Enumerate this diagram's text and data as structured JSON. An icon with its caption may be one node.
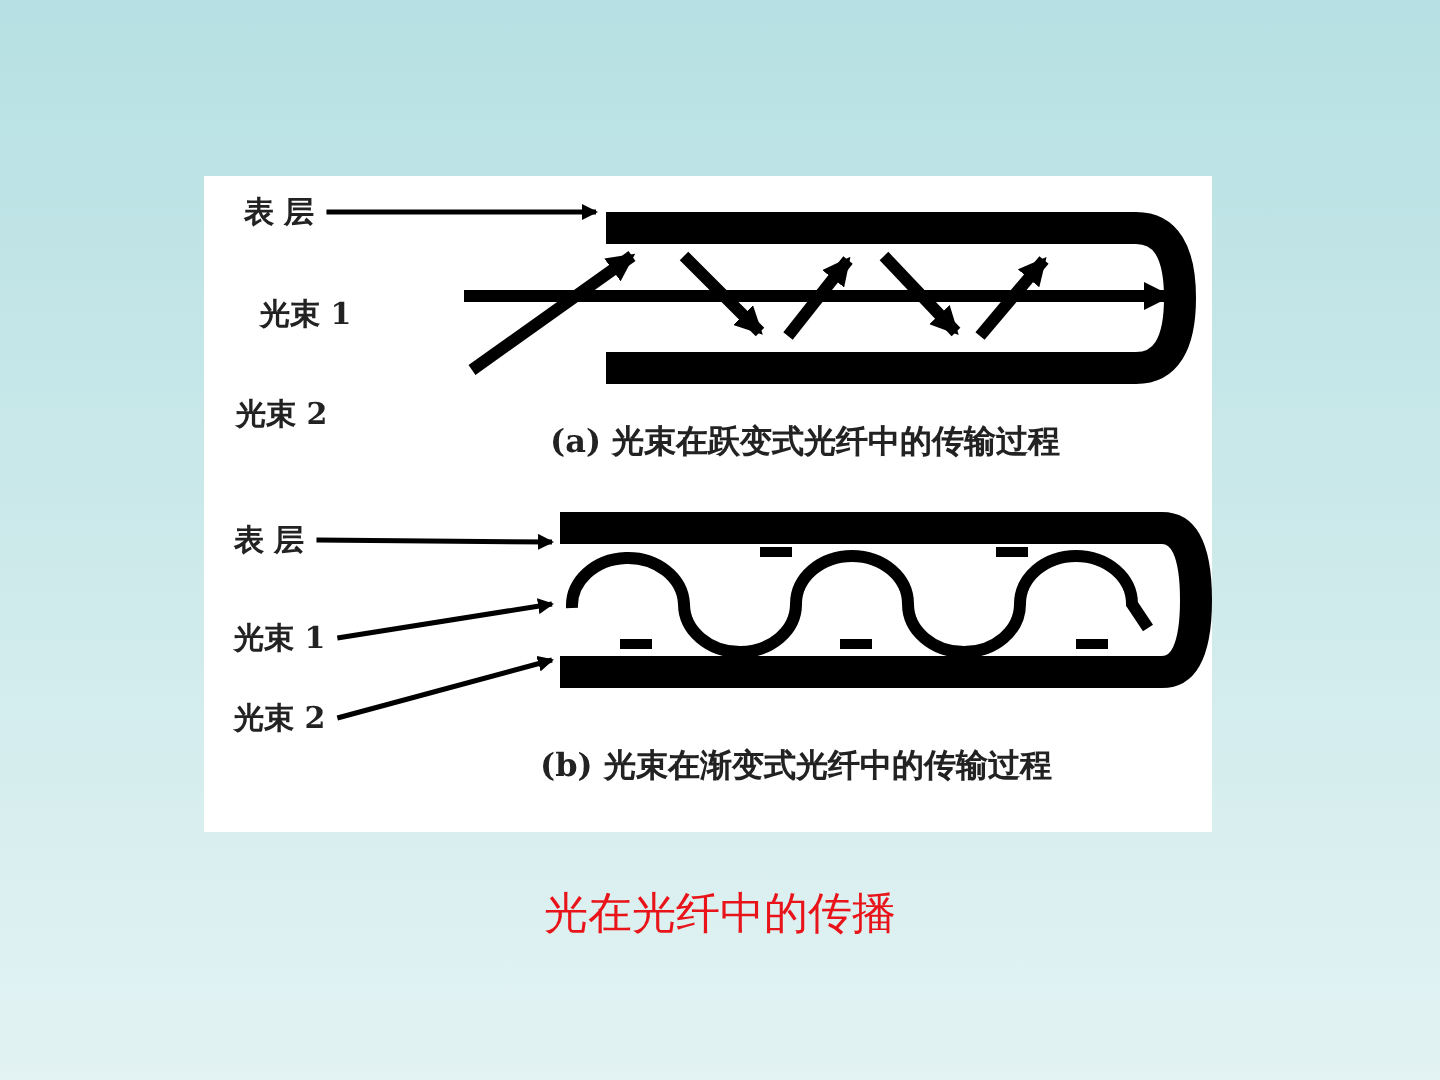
{
  "diagram": {
    "caption": "光在光纤中的传播",
    "nodes": [
      {
        "text": [
          "表 层"
        ]
      },
      {
        "text": [
          "光束 1"
        ]
      },
      {
        "text": [
          "光束 2"
        ]
      },
      {
        "text": [],
        "shape": "picture"
      },
      {
        "text": [
          "表 层"
        ]
      },
      {
        "text": [
          "光束 1"
        ]
      },
      {
        "text": [
          "光束 2"
        ]
      },
      {
        "text": [],
        "shape": "picture"
      }
    ],
    "edges": [
      {
        "from": 0,
        "to": 3,
        "arrow": "to"
      },
      {
        "from": 4,
        "to": 7,
        "arrow": "to"
      },
      {
        "from": 5,
        "to": 7,
        "arrow": "to"
      },
      {
        "from": 6,
        "to": 7,
        "arrow": "to"
      }
    ],
    "labels": [
      "(a) 光束在跃变式光纤中的传输过程",
      "(b) 光束在渐变式光纤中的传输过程"
    ]
  }
}
